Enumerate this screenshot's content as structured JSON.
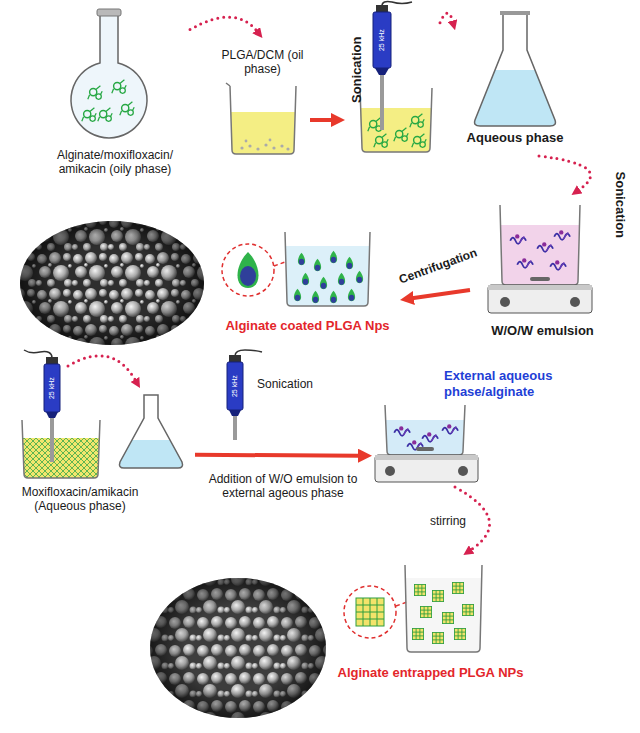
{
  "diagram": {
    "nodes": [
      {
        "text": [
          "Alginate/moxifloxacin/ amikacin (oily phase)"
        ]
      },
      {
        "text": [
          "PLGA/DCM (oil phase)"
        ]
      },
      {
        "text": [
          "Sonication"
        ]
      },
      {
        "text": [
          "Aqueous phase"
        ]
      },
      {
        "text": [
          "W/O/W emulsion"
        ]
      },
      {
        "text": [
          "Alginate coated PLGA Nps"
        ]
      },
      {
        "text": [
          "Moxifloxacin/amikacin (Aqueous phase)"
        ]
      },
      {
        "text": [
          "External aqueous phase/alginate"
        ]
      },
      {
        "text": [
          "Alginate entrapped PLGA NPs"
        ]
      }
    ],
    "edges": [
      {
        "from": 0,
        "to": 1,
        "arrow": "to"
      },
      {
        "from": 1,
        "to": 2,
        "arrow": "to"
      },
      {
        "from": 2,
        "to": 3,
        "arrow": "to"
      },
      {
        "from": 3,
        "to": 4,
        "label": "Sonication",
        "arrow": "to"
      },
      {
        "from": 4,
        "to": 5,
        "label": "Centrifugation",
        "arrow": "to"
      },
      {
        "from": 6,
        "to": 7,
        "label": "Addition of W/O emulsion to external ageous phase",
        "arrow": "to"
      },
      {
        "from": 7,
        "to": 8,
        "label": "stirring",
        "arrow": "to"
      }
    ],
    "labels": [
      "25 kHz",
      "25 kHz",
      "Sonication",
      "25 kHz"
    ]
  }
}
